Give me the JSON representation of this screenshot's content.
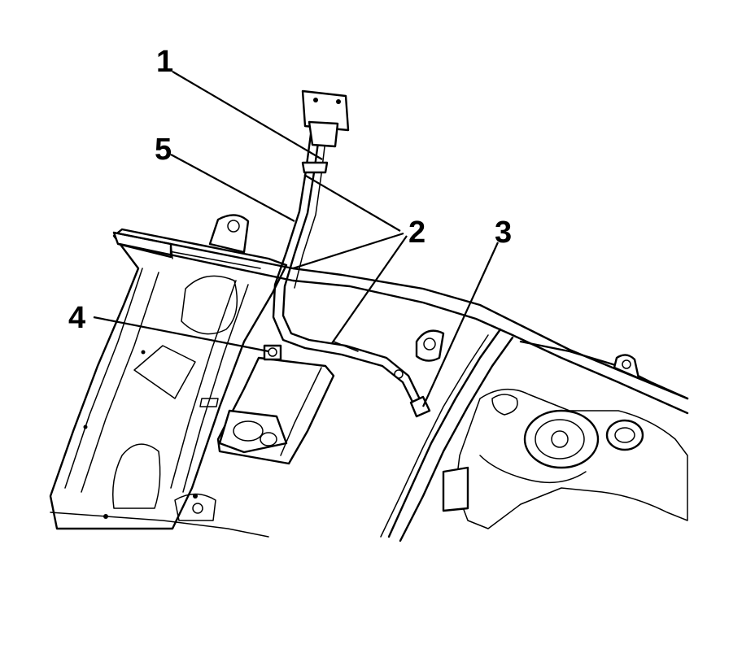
{
  "callouts": [
    {
      "label": "1"
    },
    {
      "label": "2"
    },
    {
      "label": "3"
    },
    {
      "label": "4"
    },
    {
      "label": "5"
    }
  ],
  "colors": {
    "line": "#000000",
    "background": "#ffffff"
  }
}
